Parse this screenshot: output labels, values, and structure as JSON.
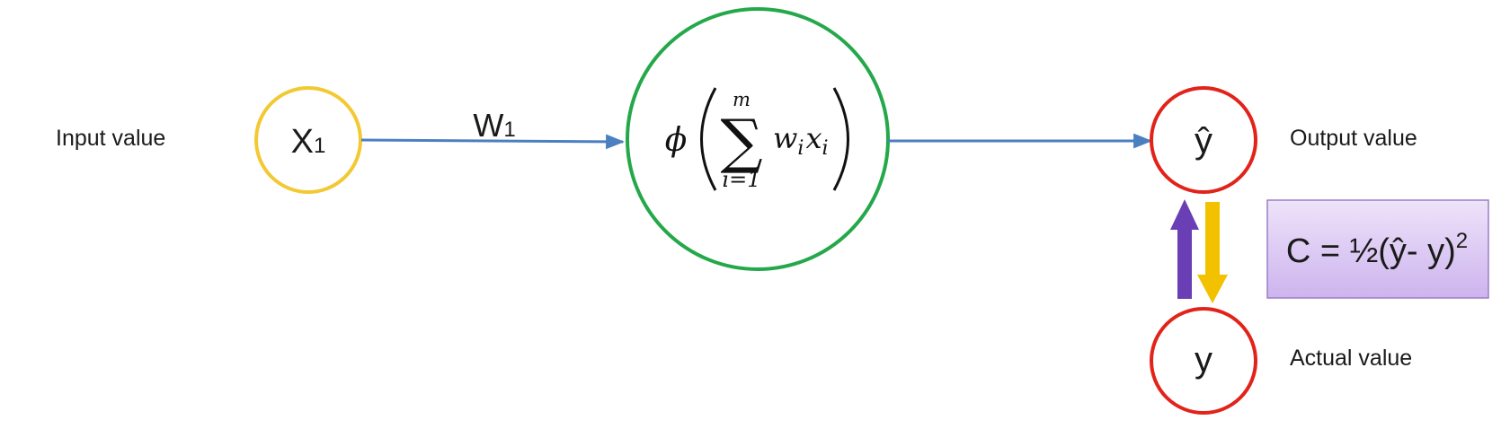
{
  "labels": {
    "input": "Input value",
    "output": "Output value",
    "actual": "Actual value"
  },
  "nodes": {
    "input": {
      "symbol": "X",
      "subscript": "1",
      "color": "#f2c933"
    },
    "neuron": {
      "phi": "ϕ",
      "sum_top": "m",
      "sum_sign": "∑",
      "sum_bottom": "i=1",
      "term_w": "w",
      "term_w_sub": "i",
      "term_x": "x",
      "term_x_sub": "i",
      "color": "#24a84a"
    },
    "output": {
      "symbol": "ŷ",
      "color": "#e2231a"
    },
    "actual": {
      "symbol": "y",
      "color": "#e2231a"
    }
  },
  "weight": {
    "symbol": "W",
    "subscript": "1"
  },
  "cost": {
    "text": "C = ½(ŷ- y)",
    "exponent": "2",
    "fill": "#d9c6f2",
    "border": "#9b7dc9"
  },
  "colors": {
    "edge": "#4a7fc1",
    "arrow_up": "#6a3fb5",
    "arrow_down": "#f2c200"
  }
}
